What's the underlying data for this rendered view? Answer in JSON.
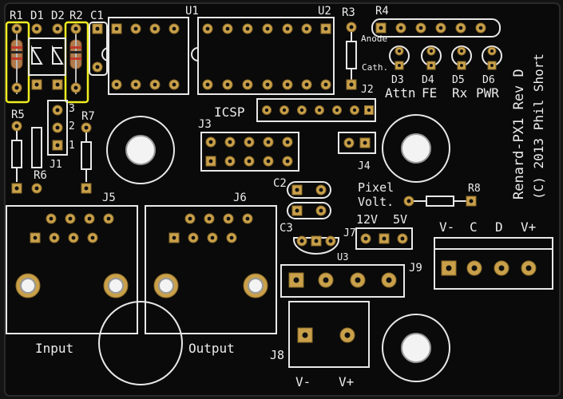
{
  "labels": {
    "r1": "R1",
    "d1": "D1",
    "d2": "D2",
    "r2": "R2",
    "c1": "C1",
    "u1": "U1",
    "u2": "U2",
    "r3": "R3",
    "r4": "R4",
    "anode": "Anode",
    "cath": "Cath.",
    "d3": "D3",
    "d4": "D4",
    "d5": "D5",
    "d6": "D6",
    "attn": "Attn",
    "fe": "FE",
    "rx": "Rx",
    "pwr": "PWR",
    "j2": "J2",
    "r5": "R5",
    "r7": "R7",
    "icsp": "ICSP",
    "j3": "J3",
    "n3": "3",
    "n2": "2",
    "n1": "1",
    "j1": "J1",
    "r6": "R6",
    "j4": "J4",
    "c2": "C2",
    "pixel": "Pixel",
    "volt": "Volt.",
    "r8": "R8",
    "j5": "J5",
    "j6": "J6",
    "c3": "C3",
    "j7": "J7",
    "u3": "U3",
    "v12": "12V",
    "v5": "5V",
    "vminus": "V-",
    "c": "C",
    "d": "D",
    "vplus": "V+",
    "j9": "J9",
    "input": "Input",
    "output": "Output",
    "j8": "J8",
    "j8_vminus": "V-",
    "j8_vplus": "V+",
    "title_line1": "Renard-PX1 Rev D",
    "title_line2": "(C) 2013 Phil Short"
  },
  "colors": {
    "board": "#0a0a0a",
    "silkscreen": "#ececec",
    "pad": "#c9a04a",
    "highlight": "#f0ee20"
  }
}
